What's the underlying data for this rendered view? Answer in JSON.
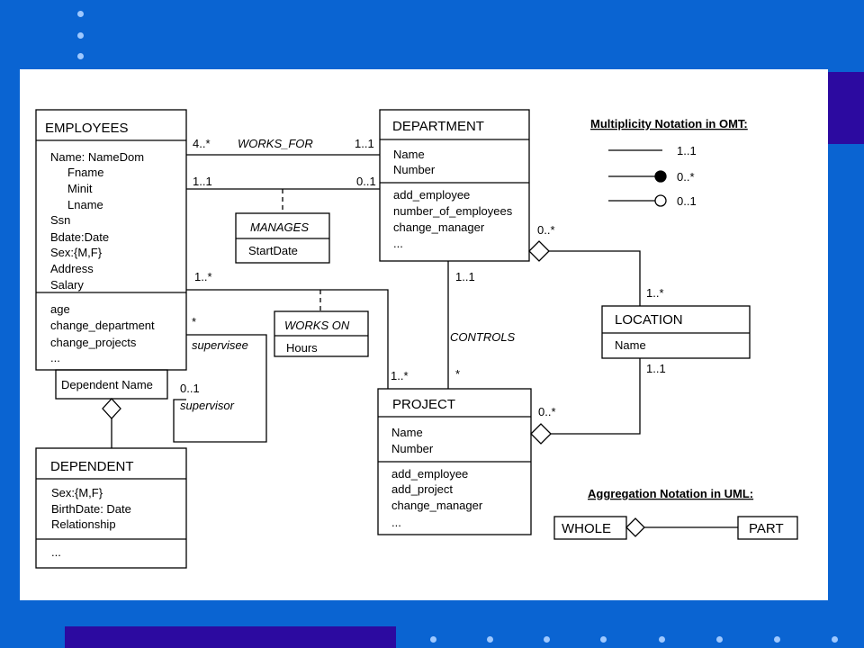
{
  "classes": {
    "employees": {
      "title": "EMPLOYEES",
      "attributes": [
        "Name: NameDom",
        "Fname",
        "Minit",
        "Lname",
        "Ssn",
        "Bdate:Date",
        "Sex:{M,F}",
        "Address",
        "Salary"
      ],
      "operations": [
        "age",
        "change_department",
        "change_projects",
        "..."
      ]
    },
    "department": {
      "title": "DEPARTMENT",
      "attributes": [
        "Name",
        "Number"
      ],
      "operations": [
        "add_employee",
        "number_of_employees",
        "change_manager",
        "..."
      ]
    },
    "project": {
      "title": "PROJECT",
      "attributes": [
        "Name",
        "Number"
      ],
      "operations": [
        "add_employee",
        "add_project",
        "change_manager",
        "..."
      ]
    },
    "location": {
      "title": "LOCATION",
      "attributes": [
        "Name"
      ]
    },
    "dependent": {
      "title": "DEPENDENT",
      "attributes": [
        "Sex:{M,F}",
        "BirthDate: Date",
        "Relationship"
      ],
      "operations": [
        "..."
      ]
    }
  },
  "association_classes": {
    "manages": {
      "title": "MANAGES",
      "attribute": "StartDate"
    },
    "works_on": {
      "title": "WORKS ON",
      "attribute": "Hours"
    }
  },
  "qualifier": {
    "label": "Dependent Name"
  },
  "associations": {
    "works_for": {
      "name": "WORKS_FOR",
      "mult_employee": "4..*",
      "mult_department": "1..1"
    },
    "manages": {
      "mult_employee": "1..1",
      "mult_department": "0..1"
    },
    "works_on": {
      "mult_employee": "1..*",
      "mult_project": "1..*"
    },
    "supervision": {
      "role_supervisee": "supervisee",
      "mult_supervisee": "*",
      "role_supervisor": "supervisor",
      "mult_supervisor": "0..1"
    },
    "controls": {
      "name": "CONTROLS",
      "mult_department": "1..1",
      "mult_project": "*"
    },
    "dept_location": {
      "mult_department": "0..*",
      "mult_location": "1..*"
    },
    "project_location": {
      "mult_project": "0..*",
      "mult_location": "1..1"
    }
  },
  "legends": {
    "omt": {
      "title": "Multiplicity Notation in OMT:",
      "items": [
        "1..1",
        "0..*",
        "0..1"
      ]
    },
    "uml": {
      "title": "Aggregation Notation in UML:",
      "whole": "WHOLE",
      "part": "PART"
    }
  }
}
